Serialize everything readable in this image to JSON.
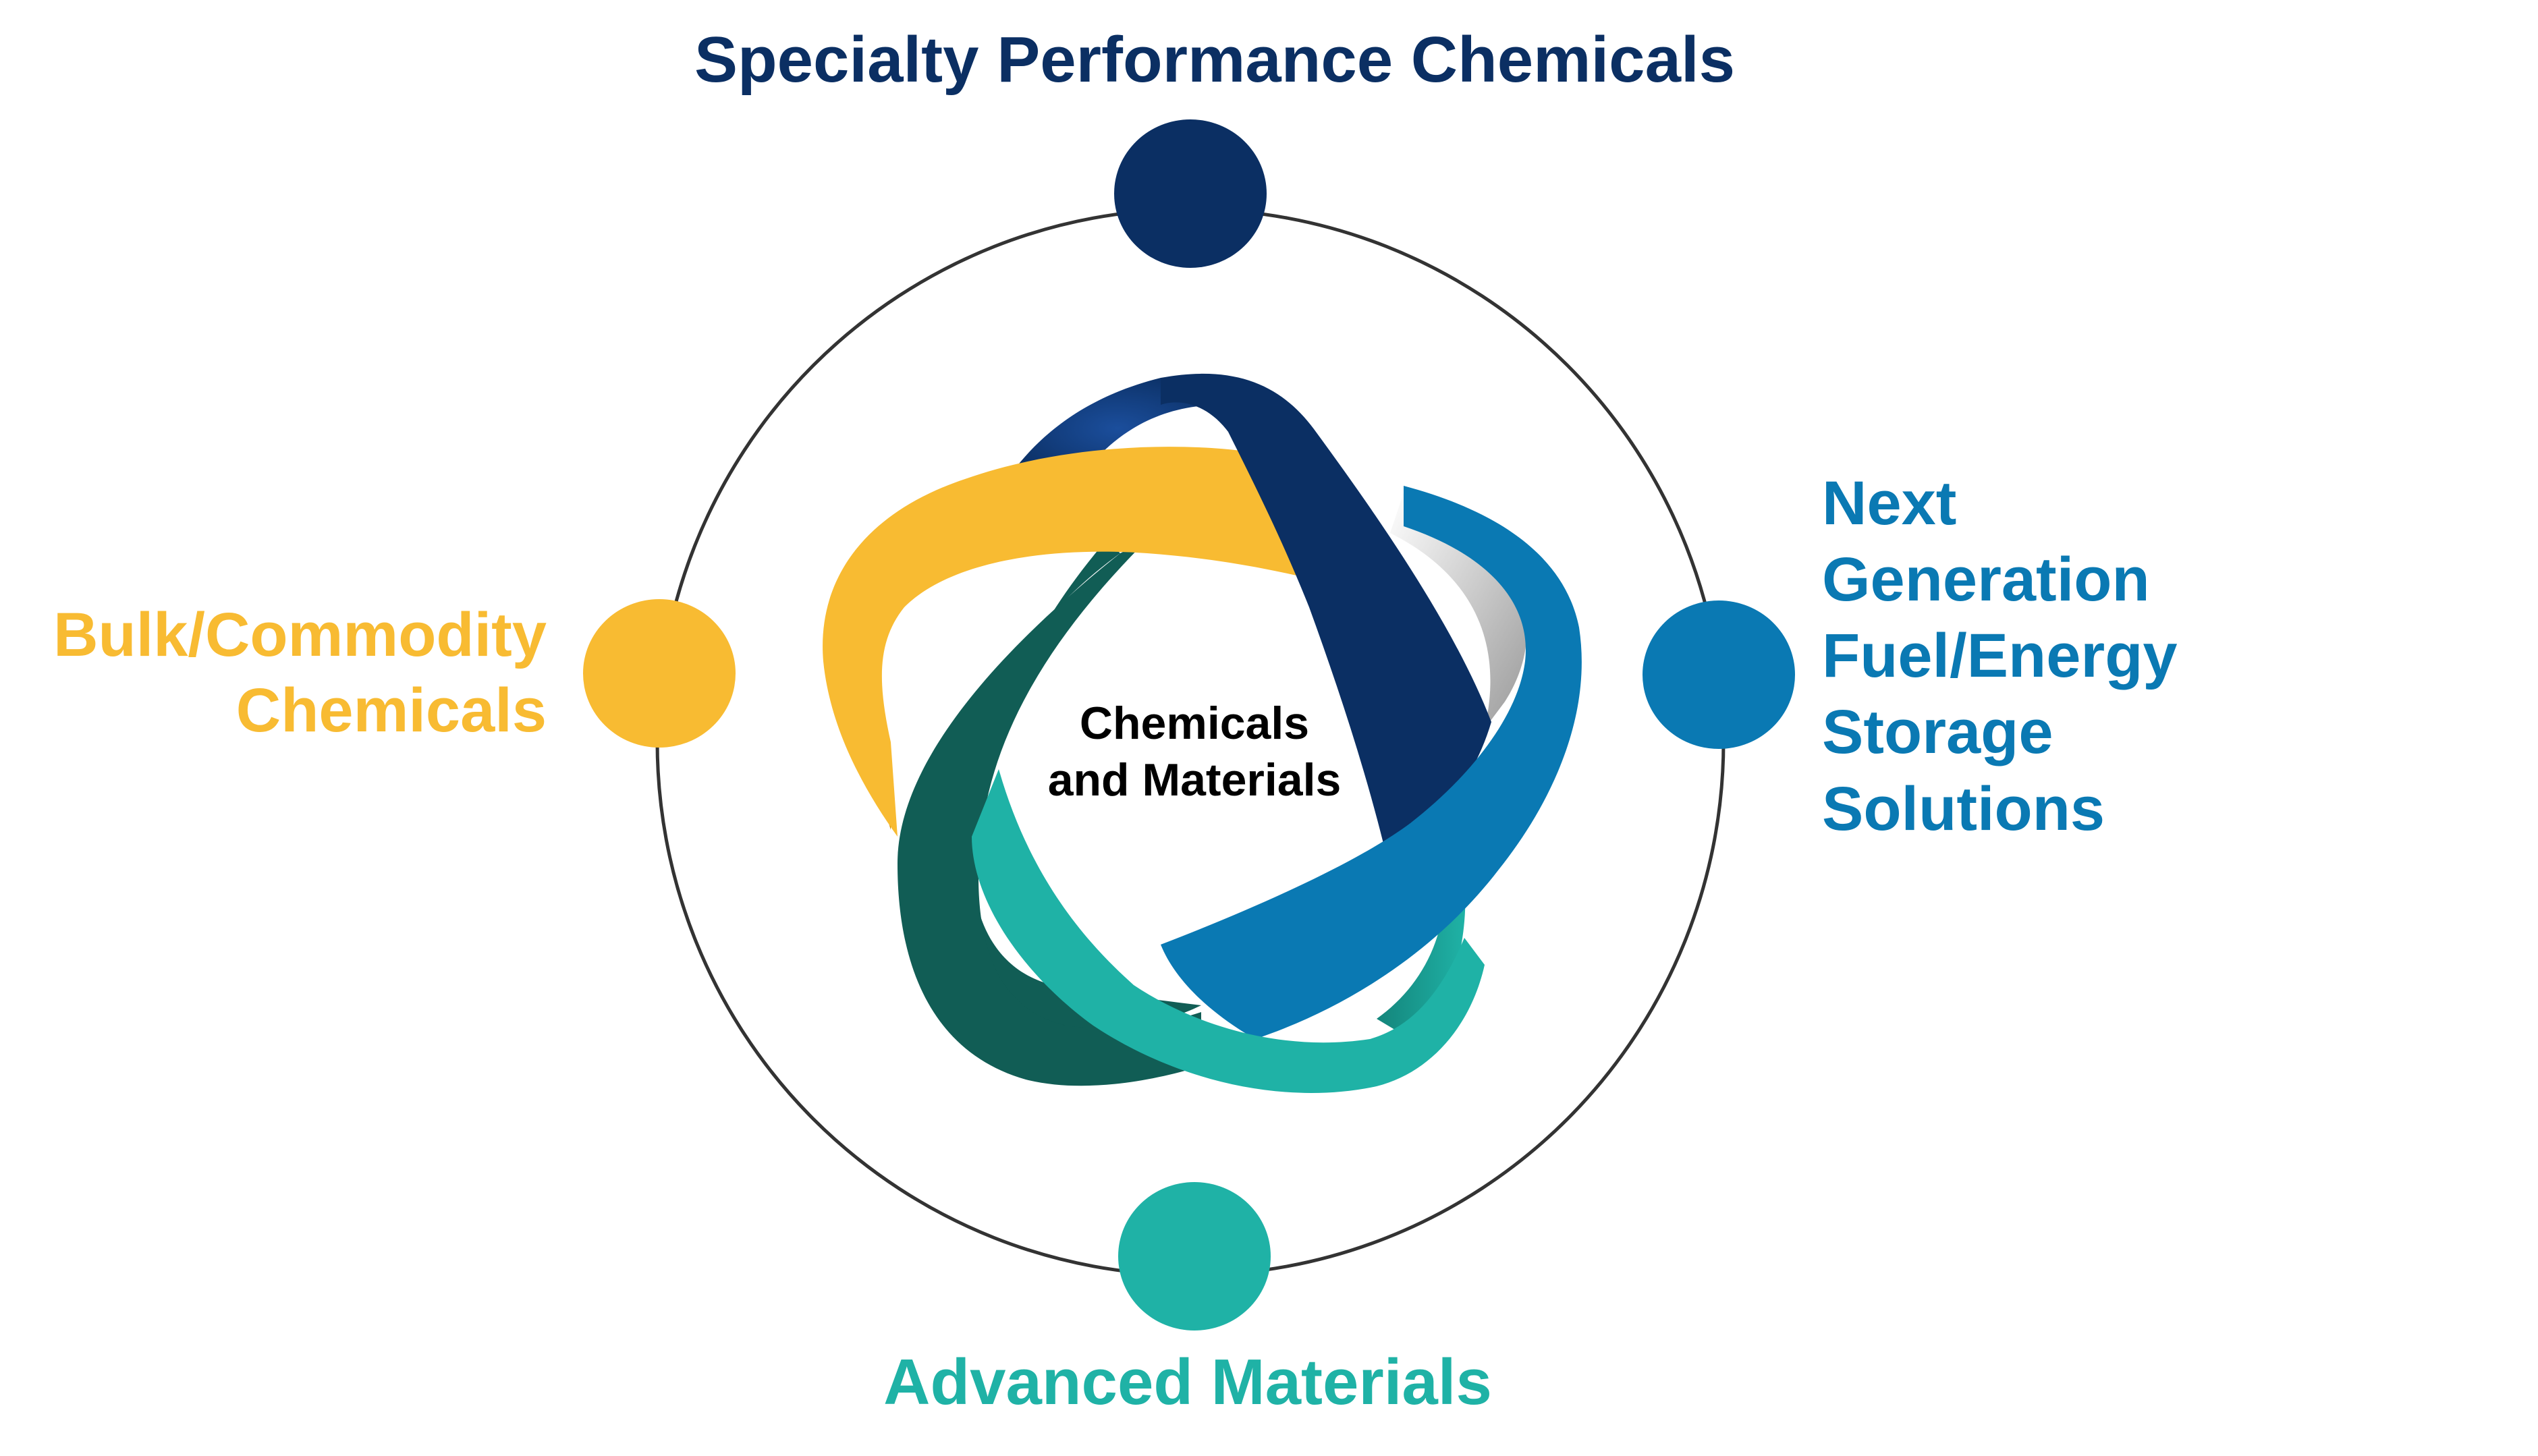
{
  "diagram": {
    "center": {
      "line1": "Chemicals",
      "line2": "and Materials",
      "color": "#000000"
    },
    "nodes": {
      "top": {
        "label": "Specialty Performance Chemicals",
        "color": "#0b2f63"
      },
      "right": {
        "line1": "Next",
        "line2": "Generation",
        "line3": "Fuel/Energy",
        "line4": "Storage",
        "line5": "Solutions",
        "color": "#0a79b3"
      },
      "bottom": {
        "label": "Advanced Materials",
        "color": "#1fb2a6"
      },
      "left": {
        "line1": "Bulk/Commodity",
        "line2": "Chemicals",
        "color": "#f8bb32"
      }
    },
    "ring_color": "#333333",
    "band_colors": {
      "navy": "#0b2f63",
      "blue": "#0a79b3",
      "teal": "#1fb2a6",
      "dark_teal": "#115d55",
      "gold": "#f8bb32"
    }
  }
}
